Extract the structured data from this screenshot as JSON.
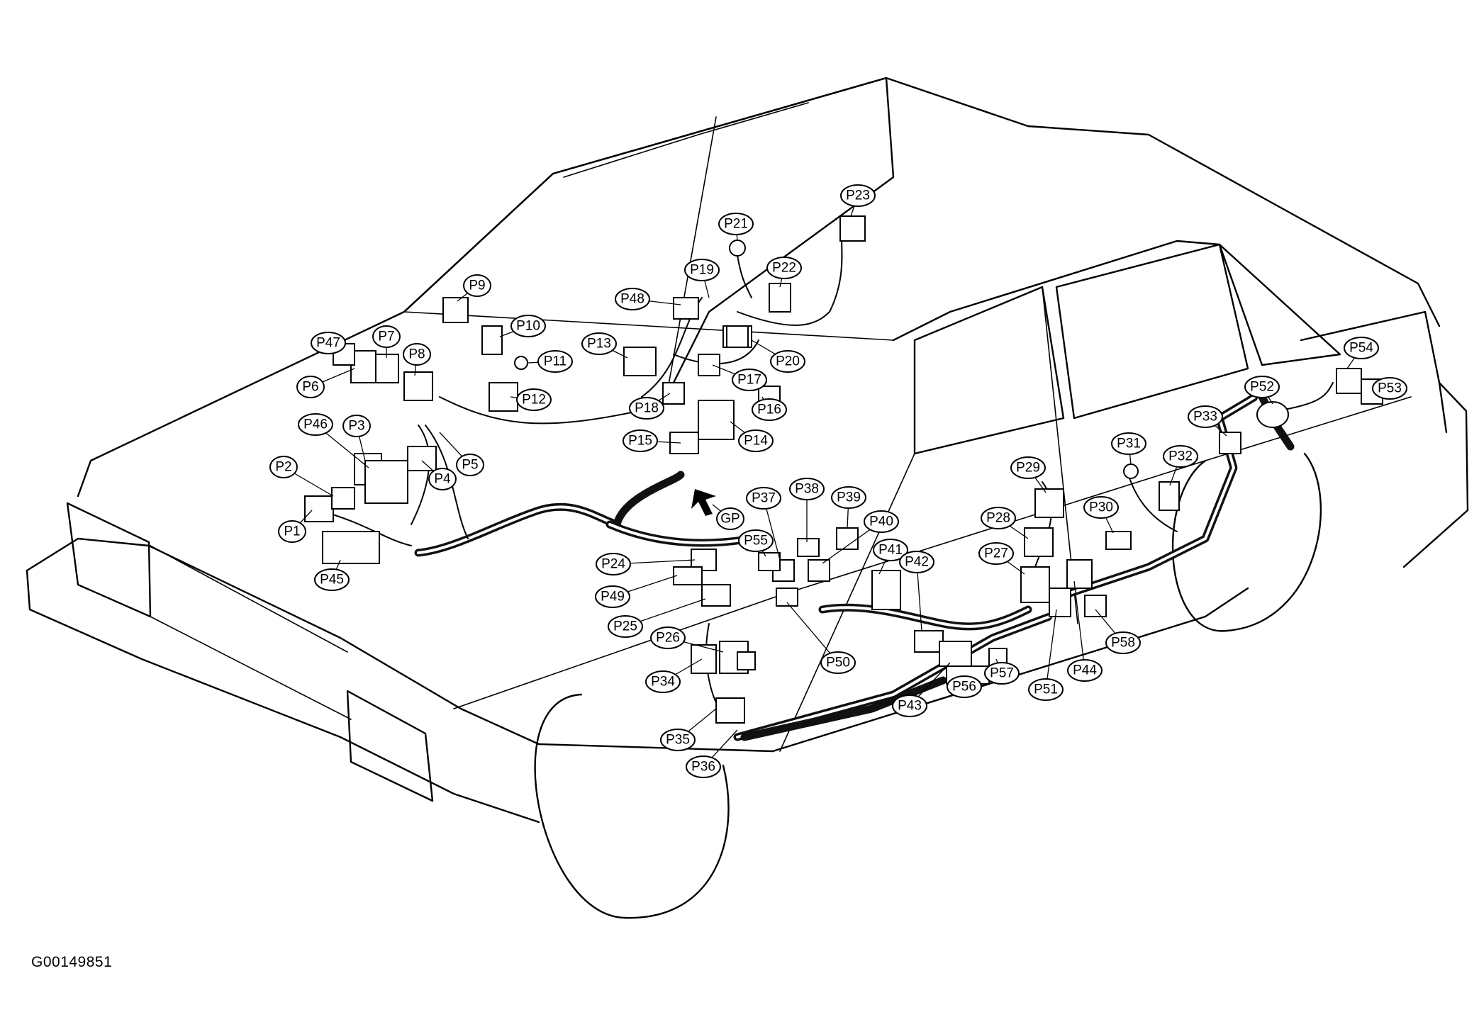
{
  "figure_id": "G00149851",
  "ground_point_label": "GP",
  "callouts": [
    "P1",
    "P2",
    "P3",
    "P4",
    "P5",
    "P6",
    "P7",
    "P8",
    "P9",
    "P10",
    "P11",
    "P12",
    "P13",
    "P14",
    "P15",
    "P16",
    "P17",
    "P18",
    "P19",
    "P20",
    "P21",
    "P22",
    "P23",
    "P24",
    "P25",
    "P26",
    "P27",
    "P28",
    "P29",
    "P30",
    "P31",
    "P32",
    "P33",
    "P34",
    "P35",
    "P36",
    "P37",
    "P38",
    "P39",
    "P40",
    "P41",
    "P42",
    "P43",
    "P44",
    "P45",
    "P46",
    "P47",
    "P48",
    "P49",
    "P50",
    "P51",
    "P52",
    "P53",
    "P54",
    "P55",
    "P56",
    "P57",
    "P58"
  ]
}
